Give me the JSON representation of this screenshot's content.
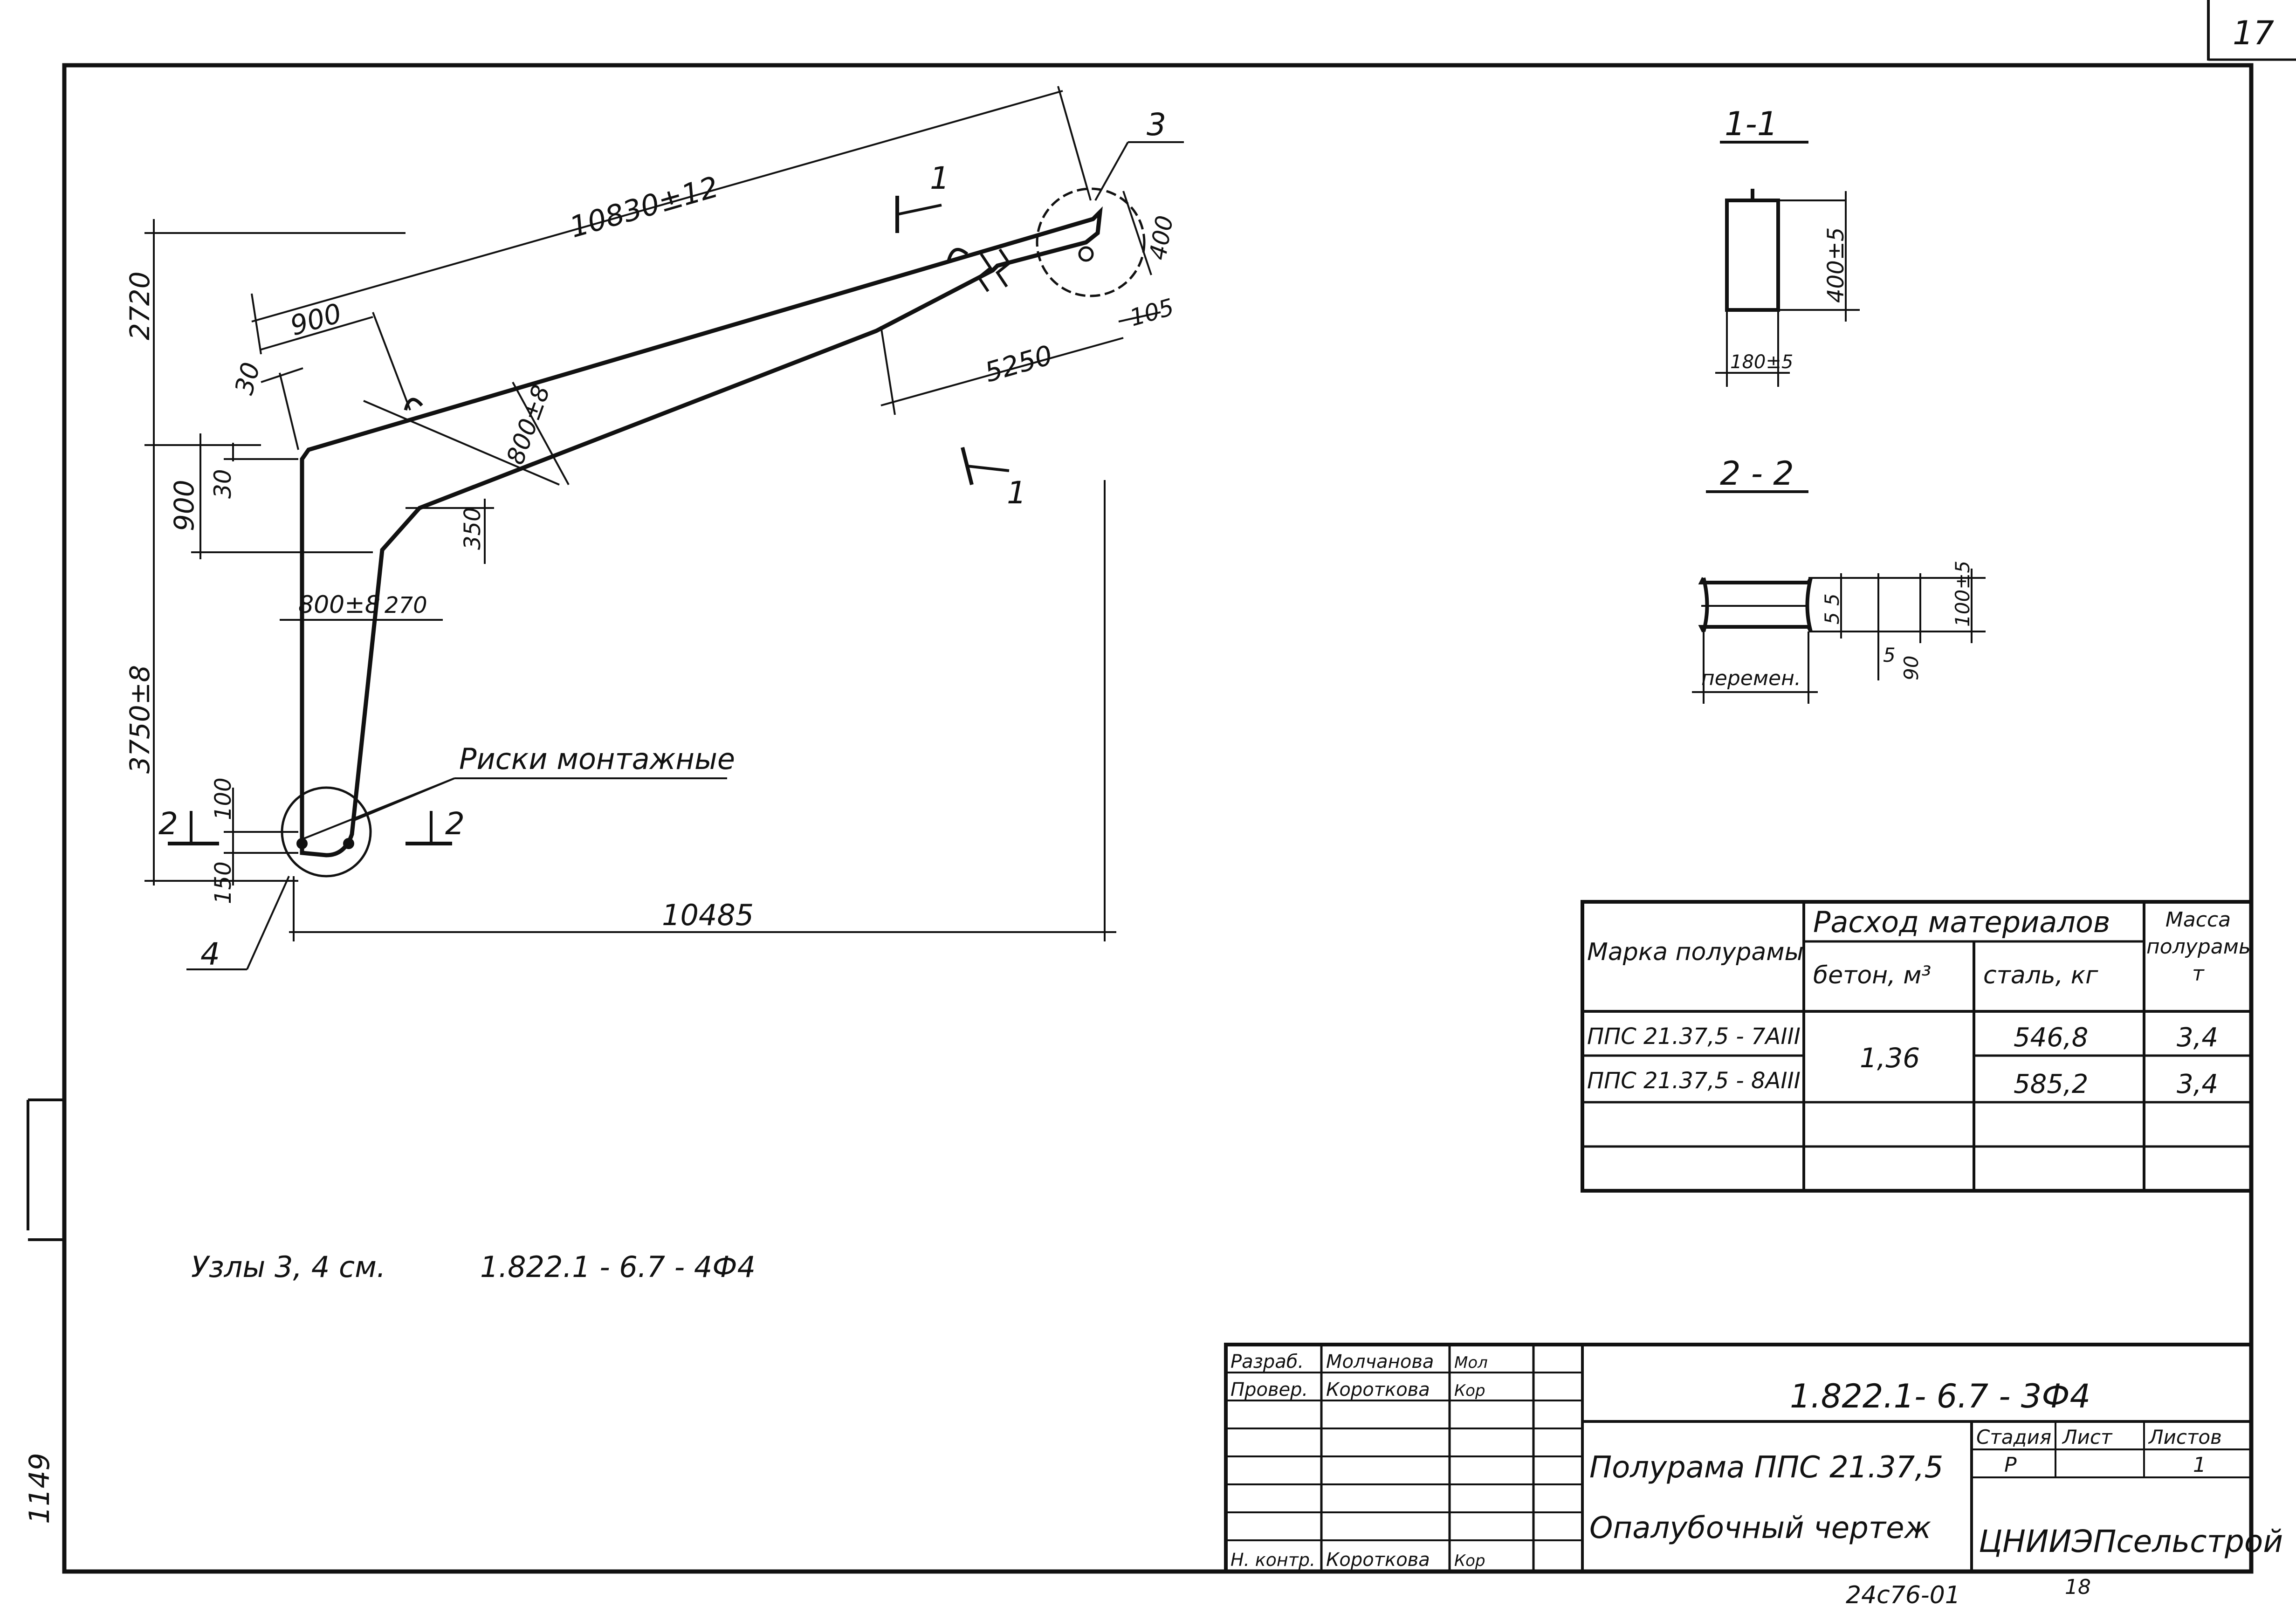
{
  "sheet": {
    "page_number": "17",
    "margin_note": "1149",
    "archive_number": "24c76-01",
    "archive_suffix": "18"
  },
  "drawing": {
    "dims": {
      "overall_rafter": "10830±12",
      "height_upper": "2720",
      "height_column": "3750±8",
      "span": "10485",
      "d900_top": "900",
      "d30_top": "30",
      "d30_left": "30",
      "d900_left": "900",
      "haunch_800": "800±8",
      "d350": "350",
      "column_800": "800±8",
      "d270": "270",
      "d5250": "5250",
      "d400": "400",
      "d105": "105",
      "d100": "100",
      "d150": "150"
    },
    "callouts": {
      "node3": "3",
      "node4": "4"
    },
    "section_marks": {
      "s1_top": "1",
      "s1_bottom": "1",
      "s2_left": "2",
      "s2_right": "2"
    },
    "note_label": "Риски монтажные"
  },
  "section_1": {
    "title": "1-1",
    "height_dim": "400±5",
    "width_dim": "180±5"
  },
  "section_2": {
    "title": "2 - 2",
    "dim_5a": "5",
    "dim_5b": "5",
    "dim_5c": "5",
    "dim_90": "90",
    "dim_100": "100±5",
    "variable": "перемен."
  },
  "materials_table": {
    "header_mark": "Марка полурамы",
    "header_consumption": "Расход материалов",
    "header_concrete": "бетон, м³",
    "header_steel": "сталь, кг",
    "header_mass": "Масса полурамы, т",
    "concrete_shared": "1,36",
    "rows": [
      {
        "mark": "ППС 21.37,5 - 7АIII",
        "steel": "546,8",
        "mass": "3,4"
      },
      {
        "mark": "ППС 21.37,5 - 8АIII",
        "steel": "585,2",
        "mass": "3,4"
      }
    ]
  },
  "notes": {
    "nodes_text": "Узлы 3, 4 см.",
    "nodes_ref": "1.822.1 - 6.7 - 4Ф4"
  },
  "title_block": {
    "doc_code": "1.822.1- 6.7 - 3Ф4",
    "title_line1": "Полурама ППС 21.37,5",
    "title_line2": "Опалубочный чертеж",
    "stage_label": "Стадия",
    "sheet_label": "Лист",
    "sheets_label": "Листов",
    "stage_value": "Р",
    "sheet_value": "",
    "sheets_value": "1",
    "organization": "ЦНИИЭПсельстрой",
    "signatures": [
      {
        "role": "Разраб.",
        "name": "Молчанова",
        "sign": "Мол"
      },
      {
        "role": "Провер.",
        "name": "Короткова",
        "sign": "Кор"
      },
      {
        "role": "",
        "name": "",
        "sign": ""
      },
      {
        "role": "",
        "name": "",
        "sign": ""
      },
      {
        "role": "",
        "name": "",
        "sign": ""
      },
      {
        "role": "Н. контр.",
        "name": "Короткова",
        "sign": "Кор"
      }
    ]
  }
}
